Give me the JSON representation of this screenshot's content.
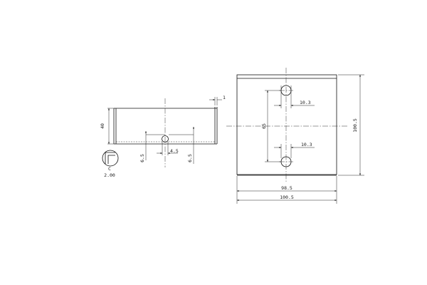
{
  "side_view": {
    "dims": {
      "height": "40",
      "wall": "1",
      "hole_dia": "4.5",
      "offset_left": "6.5",
      "offset_right": "6.5"
    }
  },
  "detail_view": {
    "label": "C",
    "scale": "2.00"
  },
  "plan_view": {
    "dims": {
      "hole_upper": "10.3",
      "hole_lower": "10.3",
      "slot_pitch": "65",
      "height": "100.5",
      "inner_width": "98.5",
      "outer_width": "100.5"
    }
  }
}
